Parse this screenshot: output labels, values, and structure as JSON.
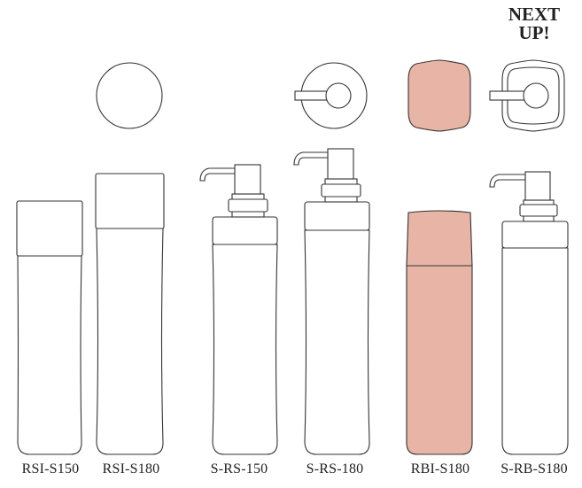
{
  "announcement": {
    "line1": "NEXT",
    "line2": "UP!"
  },
  "colors": {
    "accent_pink": "#e8b4a6",
    "outline": "#333333",
    "background": "#ffffff"
  },
  "products": [
    {
      "label": "RSI-S150",
      "top_view": "none",
      "closure": "cap",
      "tinted": false
    },
    {
      "label": "RSI-S180",
      "top_view": "round-cap",
      "closure": "cap",
      "tinted": false
    },
    {
      "label": "S-RS-150",
      "top_view": "none",
      "closure": "pump",
      "tinted": false
    },
    {
      "label": "S-RS-180",
      "top_view": "round-pump",
      "closure": "pump",
      "tinted": false
    },
    {
      "label": "RBI-S180",
      "top_view": "square-cap",
      "closure": "cap",
      "tinted": true
    },
    {
      "label": "S-RB-S180",
      "top_view": "square-pump",
      "closure": "pump",
      "tinted": false
    }
  ]
}
